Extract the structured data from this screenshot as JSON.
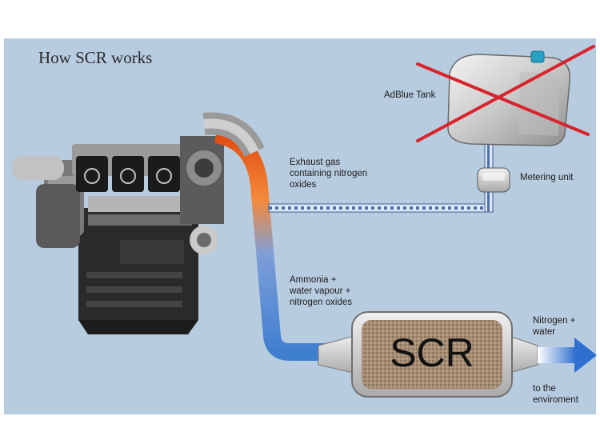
{
  "title": "How SCR works",
  "labels": {
    "adblue_tank": "AdBlue Tank",
    "exhaust_gas": "Exhaust gas\ncontaining nitrogen\noxides",
    "metering_unit": "Metering unit",
    "ammonia": "Ammonia +\nwater vapour +\nnitrogen oxides",
    "scr": "SCR",
    "nitrogen_water": "Nitrogen +\nwater",
    "to_environment": "to the\nenviroment"
  },
  "colors": {
    "background_panel": "#b8cce0",
    "hot_exhaust": "#f06a1a",
    "cool_pipe": "#3f7fd0",
    "cross_out": "#d8242c",
    "catalyst": "#a68d72"
  },
  "icons": {
    "engine": "engine-illustration",
    "tank": "adblue-tank-icon",
    "cross": "cross-out-mark",
    "metering": "metering-unit-icon",
    "catalyst": "scr-catalyst-icon",
    "outflow": "outflow-arrow-icon"
  }
}
